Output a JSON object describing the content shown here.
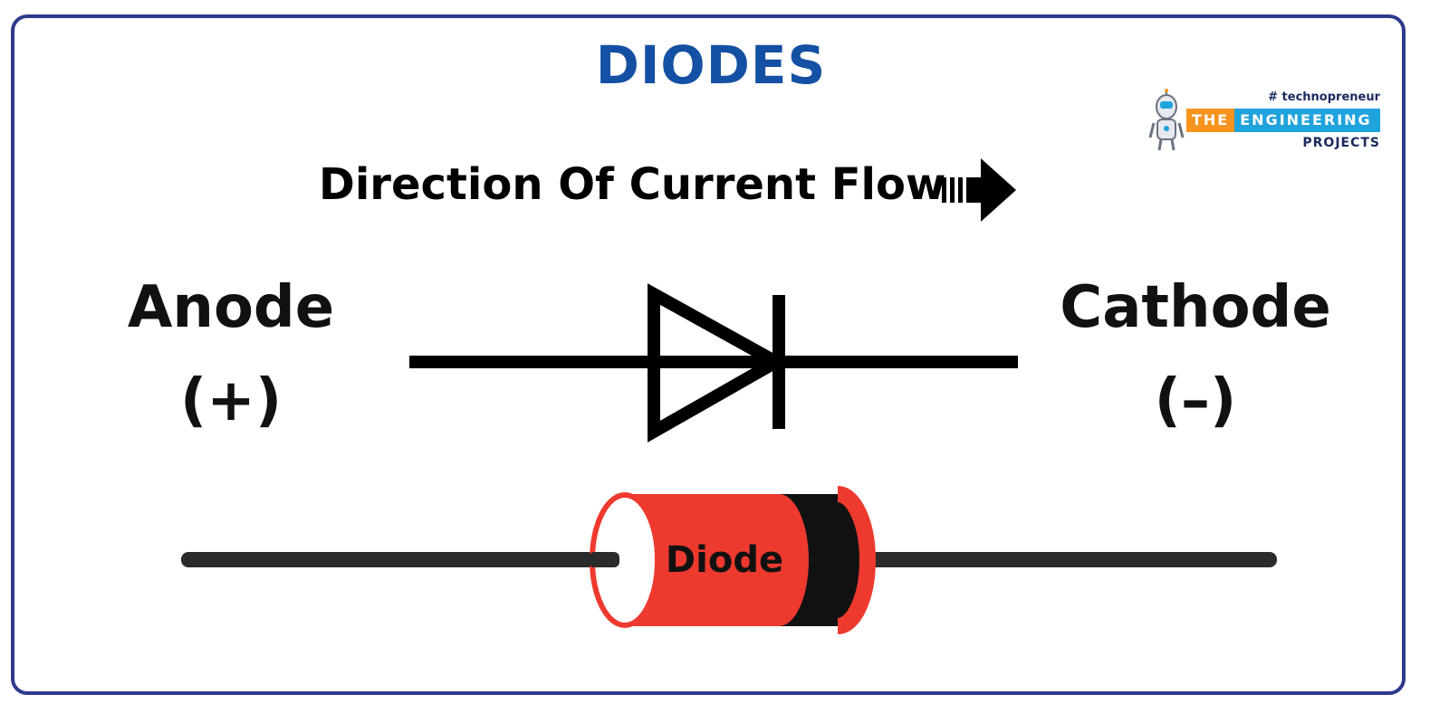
{
  "title": "DIODES",
  "direction_label": "Direction Of Current Flow",
  "anode": {
    "name": "Anode",
    "polarity": "(+)"
  },
  "cathode": {
    "name": "Cathode",
    "polarity": "(–)"
  },
  "component_label": "Diode",
  "logo": {
    "tagline": "# technopreneur",
    "word_the": "THE",
    "word_engineering": "ENGINEERING",
    "word_projects": "PROJECTS"
  },
  "colors": {
    "title": "#1450a3",
    "frame": "#2e3a8c",
    "diode_body": "#ee3a2e",
    "diode_band": "#111111",
    "lead": "#2b2b2b",
    "logo_orange": "#f7941d",
    "logo_blue": "#1fa3dc"
  },
  "icons": {
    "arrow": "right-arrow-icon",
    "robot": "robot-mascot-icon",
    "symbol": "diode-symbol"
  }
}
